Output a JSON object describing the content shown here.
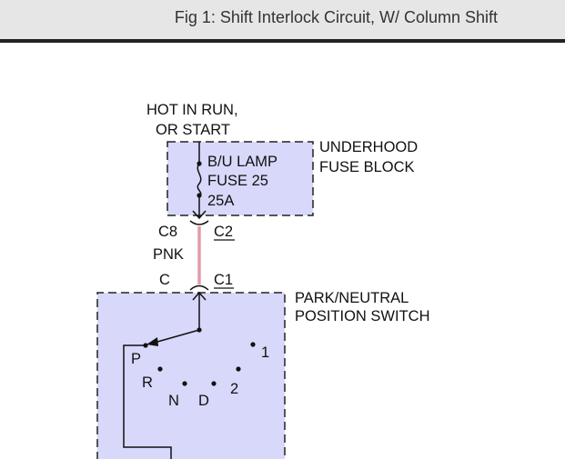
{
  "header": {
    "title": "Fig 1: Shift Interlock Circuit, W/ Column Shift"
  },
  "diagram": {
    "power_label_line1": "HOT IN RUN,",
    "power_label_line2": "OR START",
    "fuse_block_line1": "UNDERHOOD",
    "fuse_block_line2": "FUSE BLOCK",
    "fuse_line1": "B/U LAMP",
    "fuse_line2": "FUSE 25",
    "fuse_rating": "25A",
    "upper_connector_pin": "C8",
    "upper_connector_id": "C2",
    "wire_color": "PNK",
    "lower_connector_pin": "C",
    "lower_connector_id": "C1",
    "switch_line1": "PARK/NEUTRAL",
    "switch_line2": "POSITION SWITCH",
    "positions": [
      "P",
      "R",
      "N",
      "D",
      "2",
      "1"
    ],
    "colors": {
      "box_fill": "#d8d8fb",
      "wire_pink": "#e39aac",
      "header_bg": "#e6e6e6"
    }
  }
}
